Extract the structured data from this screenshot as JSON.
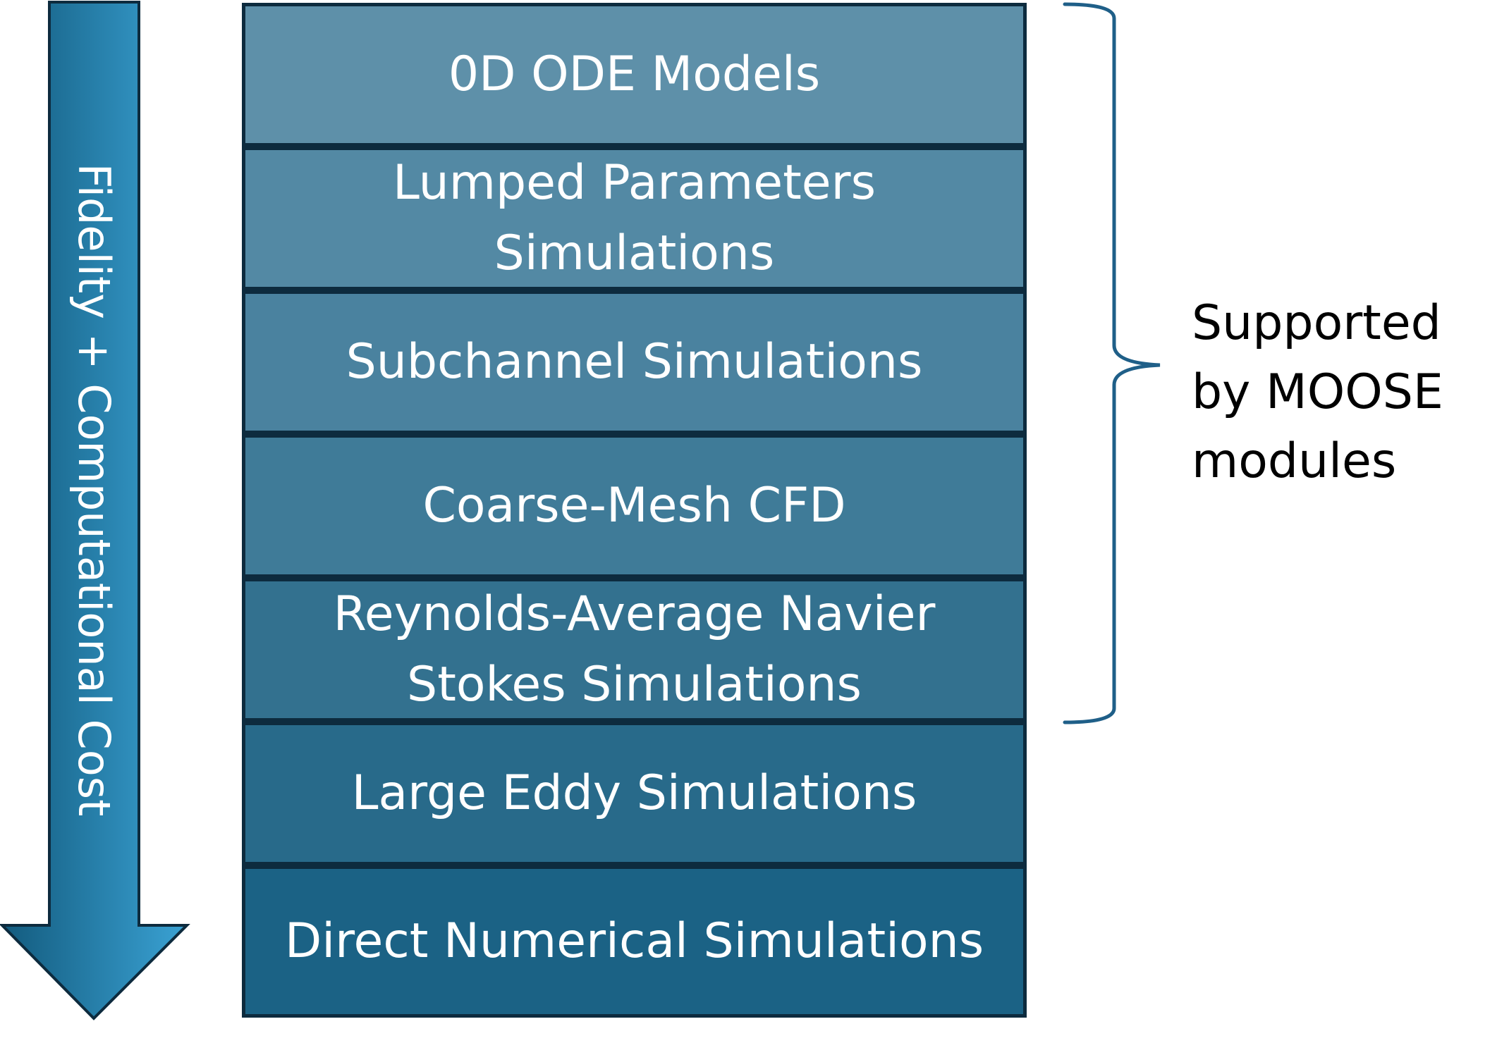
{
  "diagram": {
    "axis_label": "Fidelity + Computational Cost",
    "bracket_label": "Supported by MOOSE modules",
    "layers": [
      {
        "label": "0D ODE Models",
        "color": "#5e90a9"
      },
      {
        "label": "Lumped Parameters Simulations",
        "color": "#5389a4"
      },
      {
        "label": "Subchannel Simulations",
        "color": "#4a829f"
      },
      {
        "label": "Coarse-Mesh CFD",
        "color": "#3f7b98"
      },
      {
        "label": "Reynolds-Average Navier Stokes Simulations",
        "color": "#33718f"
      },
      {
        "label": "Large Eddy Simulations",
        "color": "#286a8a"
      },
      {
        "label": "Direct Numerical Simulations",
        "color": "#1b6285"
      }
    ],
    "colors": {
      "arrow_dark": "#135b7e",
      "arrow_light": "#3aa2d4",
      "outline": "#0d2b3e",
      "bracket": "#1f5f88"
    }
  }
}
